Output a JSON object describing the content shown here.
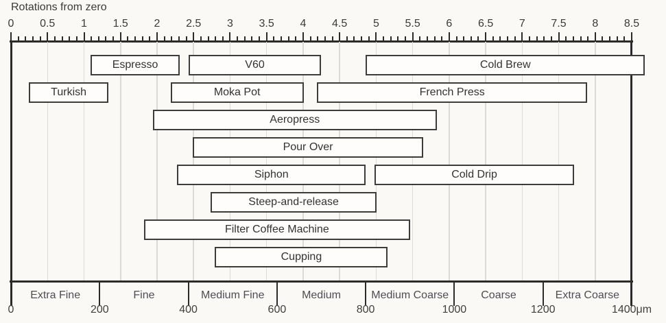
{
  "chart_data": {
    "type": "bar",
    "variant": "horizontal-range-bars",
    "top_axis": {
      "label": "Rotations from zero",
      "unit": "rotations",
      "min": 0,
      "max": 8.5,
      "major_tick_step": 0.5,
      "minor_tick_step": 0.1,
      "tick_labels": [
        "0",
        "0.5",
        "1",
        "1.5",
        "2",
        "2.5",
        "3",
        "3.5",
        "4",
        "4.5",
        "5",
        "5.5",
        "6",
        "6.5",
        "7",
        "7.5",
        "8",
        "8.5"
      ]
    },
    "bottom_axis": {
      "unit": "μm",
      "min": 0,
      "max": 1400,
      "tick_step": 200,
      "tick_labels": [
        "0",
        "200",
        "400",
        "600",
        "800",
        "1000",
        "1200",
        "1400μm"
      ],
      "categories": [
        "Extra Fine",
        "Fine",
        "Medium Fine",
        "Medium",
        "Medium Coarse",
        "Coarse",
        "Extra Coarse"
      ],
      "category_span_um": 200
    },
    "grid": "vertical gridlines every 0.5 rotations",
    "legend": null,
    "bars": [
      {
        "label": "Espresso",
        "row": 0,
        "um_range": [
          180,
          380
        ]
      },
      {
        "label": "V60",
        "row": 0,
        "um_range": [
          400,
          700
        ]
      },
      {
        "label": "Cold Brew",
        "row": 0,
        "um_range": [
          800,
          1430
        ],
        "overflows_axis": true
      },
      {
        "label": "Turkish",
        "row": 1,
        "um_range": [
          40,
          220
        ]
      },
      {
        "label": "Moka Pot",
        "row": 1,
        "um_range": [
          360,
          660
        ]
      },
      {
        "label": "French Press",
        "row": 1,
        "um_range": [
          690,
          1300
        ]
      },
      {
        "label": "Aeropress",
        "row": 2,
        "um_range": [
          320,
          960
        ]
      },
      {
        "label": "Pour Over",
        "row": 3,
        "um_range": [
          410,
          930
        ]
      },
      {
        "label": "Siphon",
        "row": 4,
        "um_range": [
          375,
          800
        ]
      },
      {
        "label": "Cold Drip",
        "row": 4,
        "um_range": [
          820,
          1270
        ]
      },
      {
        "label": "Steep-and-release",
        "row": 5,
        "um_range": [
          450,
          825
        ]
      },
      {
        "label": "Filter Coffee Machine",
        "row": 6,
        "um_range": [
          300,
          900
        ]
      },
      {
        "label": "Cupping",
        "row": 7,
        "um_range": [
          460,
          850
        ]
      }
    ],
    "colors": {
      "background": "#faf9f6",
      "bar_fill": "#fefdfb",
      "bar_border": "#3c3c3c",
      "axis": "#2b2b2b",
      "gridline": "#dcdad6",
      "text": "#3a3a3a",
      "category_text": "#4d4d55"
    }
  }
}
